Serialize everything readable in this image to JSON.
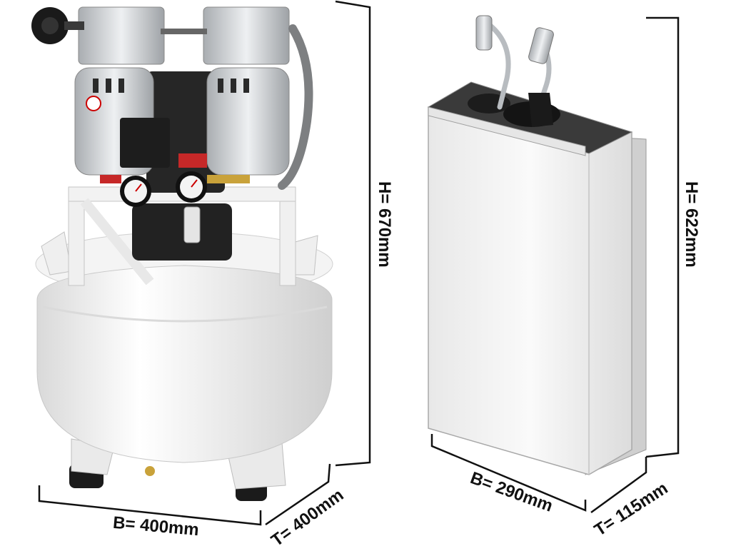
{
  "compressor": {
    "height_label": "H= 670mm",
    "width_label": "B= 400mm",
    "depth_label": "T= 400mm"
  },
  "wall_unit": {
    "height_label": "H= 622mm",
    "width_label": "B= 290mm",
    "depth_label": "T= 115mm"
  },
  "colors": {
    "dimension_line": "#111111",
    "tank_white": "#f2f2f2",
    "steel": "#cfd2d5",
    "dark": "#1e1e1e"
  }
}
